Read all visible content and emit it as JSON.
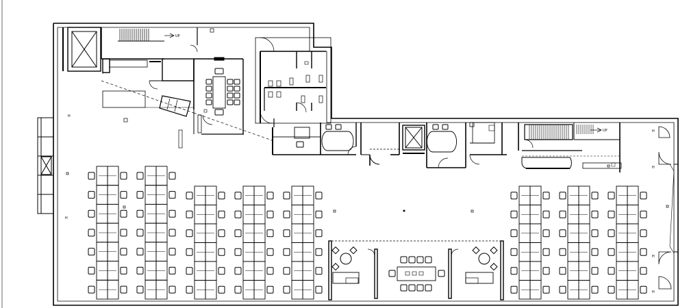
{
  "drawing": {
    "up_label_left": "UP",
    "up_label_right": "UP",
    "fixture_mark": "H"
  },
  "colors": {
    "line": "#000000",
    "background": "#ffffff"
  }
}
